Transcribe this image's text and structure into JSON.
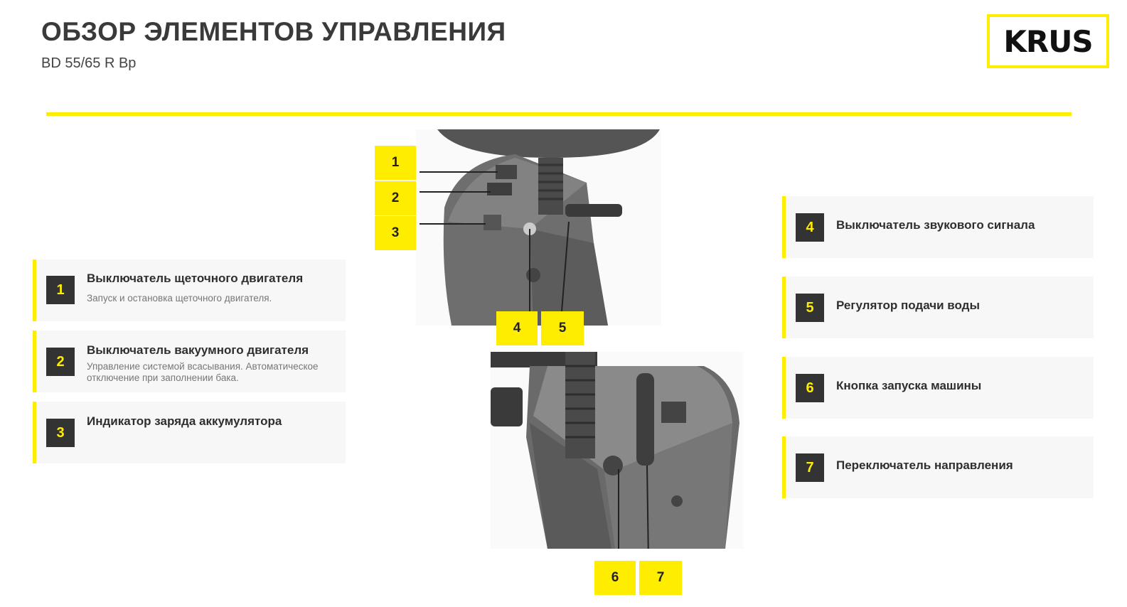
{
  "header": {
    "title": "ОБЗОР ЭЛЕМЕНТОВ УПРАВЛЕНИЯ",
    "subtitle": "BD 55/65 R Bp",
    "logo": "KRUS"
  },
  "colors": {
    "accent": "#ffed00",
    "badge": "#333333",
    "card": "#f7f7f7"
  },
  "left_items": [
    {
      "num": "1",
      "title": "Выключатель щеточного двигателя",
      "desc": "Запуск и остановка щеточного двигателя."
    },
    {
      "num": "2",
      "title": "Выключатель вакуумного двигателя",
      "desc": "Управление системой всасывания. Автоматическое отключение при заполнении бака."
    },
    {
      "num": "3",
      "title": "Индикатор заряда аккумулятора",
      "desc": ""
    }
  ],
  "right_items": [
    {
      "num": "4",
      "title": "Выключатель звукового сигнала"
    },
    {
      "num": "5",
      "title": "Регулятор подачи воды"
    },
    {
      "num": "6",
      "title": "Кнопка запуска машины"
    },
    {
      "num": "7",
      "title": "Переключатель направления"
    }
  ],
  "tags": [
    "1",
    "2",
    "3",
    "4",
    "5",
    "6",
    "7"
  ]
}
